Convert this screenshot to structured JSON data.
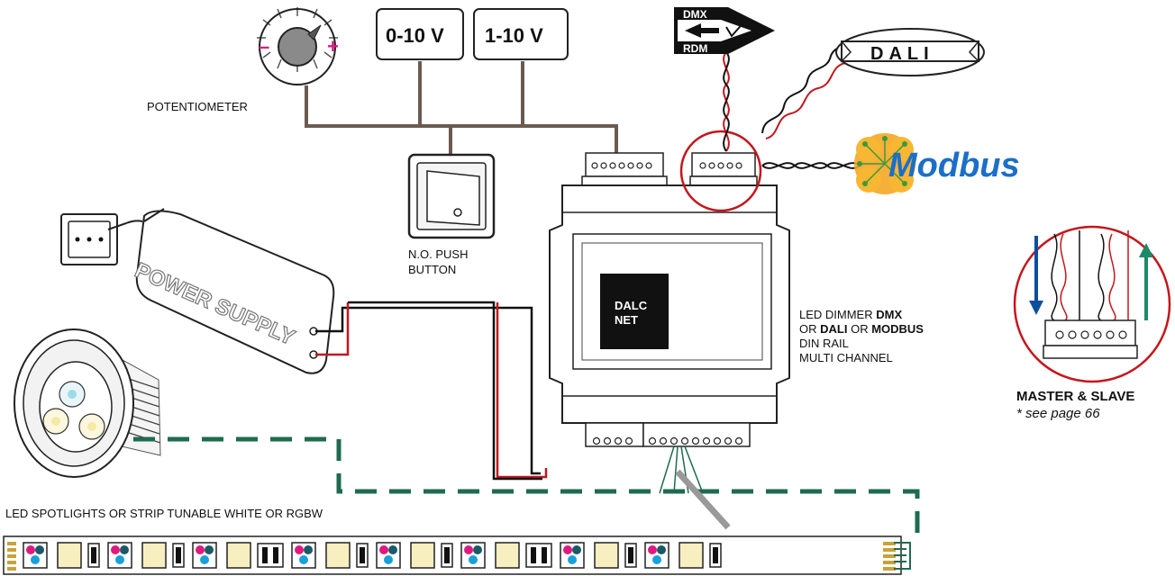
{
  "labels": {
    "potentiometer": "POTENTIOMETER",
    "pot_minus": "–",
    "pot_plus": "+",
    "v010": "0-10 V",
    "v110": "1-10 V",
    "push_button_l1": "N.O. PUSH",
    "push_button_l2": "BUTTON",
    "power_supply": "POWER SUPPLY",
    "dmx": "DMX",
    "rdm": "RDM",
    "dali": "DALI",
    "modbus": "Modbus",
    "device_l1": "DALC",
    "device_l2": "NET",
    "led_dimmer_l1a": "LED DIMMER ",
    "led_dimmer_l1b": "DMX",
    "led_dimmer_l2a": "OR ",
    "led_dimmer_l2b": "DALI",
    "led_dimmer_l2c": " OR ",
    "led_dimmer_l2d": "MODBUS",
    "led_dimmer_l3": "DIN RAIL",
    "led_dimmer_l4": "MULTI CHANNEL",
    "master_slave": "MASTER & SLAVE",
    "see_page": "* see page 66",
    "led_spot": "LED SPOTLIGHTS OR STRIP TUNABLE WHITE OR RGBW"
  },
  "colors": {
    "wire_brown": "#6b5b4f",
    "wire_red": "#c4161c",
    "wire_black": "#111111",
    "data_green": "#1f6b4e",
    "cyan": "#1aa0d8",
    "magenta": "#e0197d",
    "warm_white": "#f7efc0",
    "arrow_blue": "#0d4f9c",
    "arrow_green": "#1d8a66",
    "modbus_blue": "#1b6fc8",
    "modbus_orange": "#f5a623"
  },
  "icons": [
    "potentiometer-icon",
    "push-button-icon",
    "power-socket-icon",
    "power-supply-icon",
    "led-spotlight-icon",
    "dimmer-device-icon",
    "dmx-rdm-logo",
    "dali-logo",
    "modbus-logo",
    "led-strip-icon"
  ]
}
